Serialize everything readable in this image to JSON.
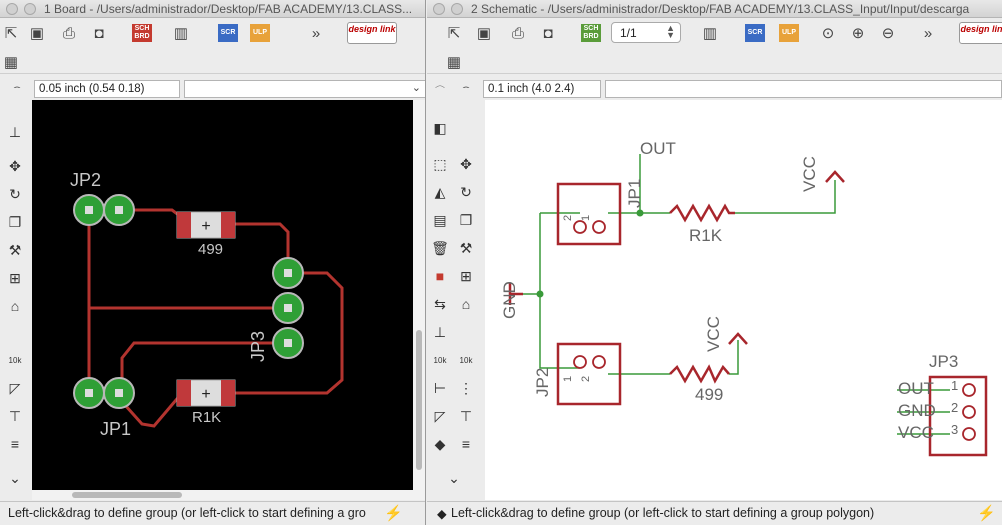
{
  "board_window": {
    "title": "1 Board - /Users/administrador/Desktop/FAB ACADEMY/13.CLASS...",
    "toolbar": {
      "sch_brd_label": "SCH BRD",
      "scr_label": "SCR",
      "ulp_label": "ULP",
      "overflow": "»",
      "design_link": "design link"
    },
    "coordinate": "0.05 inch (0.54 0.18)",
    "command": "",
    "status": "Left-click&drag to define group (or left-click to start defining a gro",
    "board": {
      "labels": {
        "jp2": "JP2",
        "jp1": "JP1",
        "jp3": "JP3",
        "r_top_value": "499",
        "r_bottom_value": "R1K"
      },
      "colors": {
        "trace": "#b3342f",
        "pad": "#2f9f36",
        "body": "#c0393b"
      }
    }
  },
  "schematic_window": {
    "title": "2 Schematic - /Users/administrador/Desktop/FAB ACADEMY/13.CLASS_Input/Input/descarga",
    "toolbar": {
      "page": "1/1",
      "sch_brd_label": "SCH BRD",
      "scr_label": "SCR",
      "ulp_label": "ULP",
      "overflow": "»",
      "design_link": "design link"
    },
    "coordinate": "0.1 inch (4.0 2.4)",
    "command": "",
    "status": "Left-click&drag to define group (or left-click to start defining a group polygon)",
    "schematic": {
      "labels": {
        "out": "OUT",
        "vcc_top": "VCC",
        "vcc_mid": "VCC",
        "gnd": "GND",
        "jp1": "JP1",
        "jp2": "JP2",
        "jp3": "JP3",
        "r1k": "R1K",
        "r499": "499",
        "pin1": "1",
        "pin2": "2",
        "pin3": "3",
        "jp3_out": "OUT",
        "jp3_gnd": "GND",
        "jp3_vcc": "VCC"
      },
      "colors": {
        "wire": "#3a9a3a",
        "part": "#a8262c",
        "text": "#666666"
      }
    }
  }
}
